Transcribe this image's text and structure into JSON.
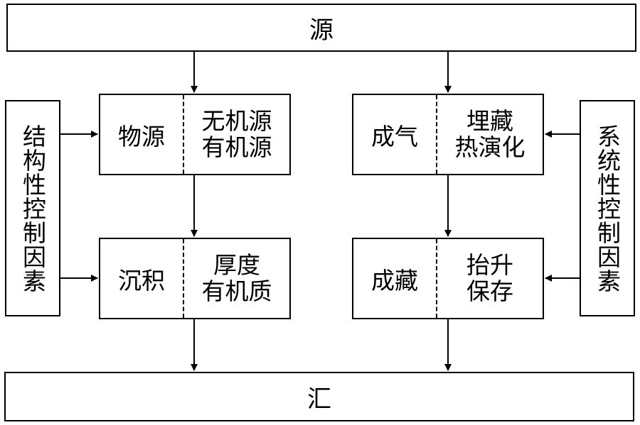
{
  "top_bar": {
    "label": "源"
  },
  "bottom_bar": {
    "label": "汇"
  },
  "left_factor": {
    "label": "结构性控制因素"
  },
  "right_factor": {
    "label": "系统性控制因素"
  },
  "boxes": {
    "source": {
      "left": "物源",
      "line1": "无机源",
      "line2": "有机源"
    },
    "deposit": {
      "left": "沉积",
      "line1": "厚度",
      "line2": "有机质"
    },
    "gas": {
      "left": "成气",
      "line1": "埋藏",
      "line2": "热演化"
    },
    "reservoir": {
      "left": "成藏",
      "line1": "抬升",
      "line2": "保存"
    }
  }
}
